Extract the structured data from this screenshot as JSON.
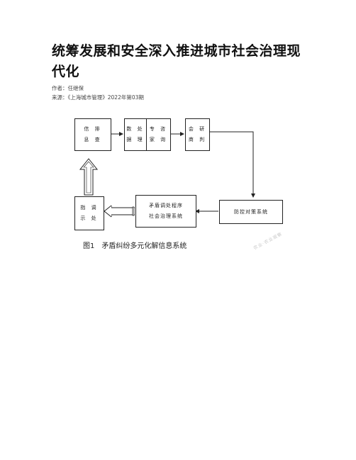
{
  "article": {
    "title": "统筹发展和安全深入推进城市社会治理现代化",
    "author": "作者：任继保",
    "source": "来源：《上海城市管理》2022年第03期"
  },
  "figure": {
    "boxes": {
      "info_collect": [
        "信 排",
        "息 查"
      ],
      "data_process": [
        "数 处",
        "据 理"
      ],
      "expert_consult": [
        "专 咨",
        "家 询"
      ],
      "meeting_judge": [
        "会 研",
        "商 判"
      ],
      "prevention": [
        "防控对策系统"
      ],
      "conflict_resolution": [
        "矛盾调处程序",
        "社会治理系统"
      ],
      "instruction": [
        "指 调",
        "示 处"
      ]
    },
    "caption_number": "图1",
    "caption_text": "矛盾纠纷多元化解信息系统",
    "watermark": "农业·农业观察"
  }
}
